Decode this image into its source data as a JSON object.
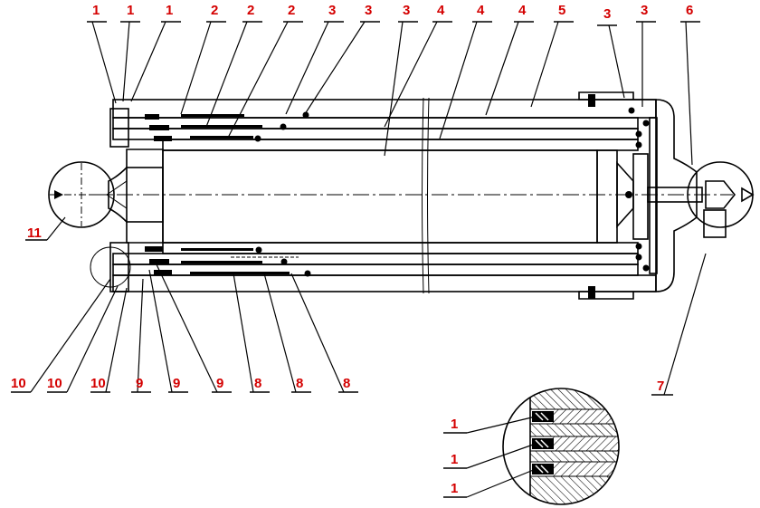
{
  "labels": {
    "top": [
      "1",
      "1",
      "1",
      "2",
      "2",
      "2",
      "3",
      "3",
      "3",
      "4",
      "4",
      "4",
      "5",
      "3",
      "3",
      "6"
    ],
    "left": [
      "11"
    ],
    "bottom": [
      "10",
      "10",
      "10",
      "9",
      "9",
      "9",
      "8",
      "8",
      "8"
    ],
    "right": [
      "7"
    ],
    "detail": [
      "1",
      "1",
      "1"
    ]
  },
  "colors": {
    "label": "#d40000",
    "line": "#000000",
    "background": "#ffffff"
  }
}
